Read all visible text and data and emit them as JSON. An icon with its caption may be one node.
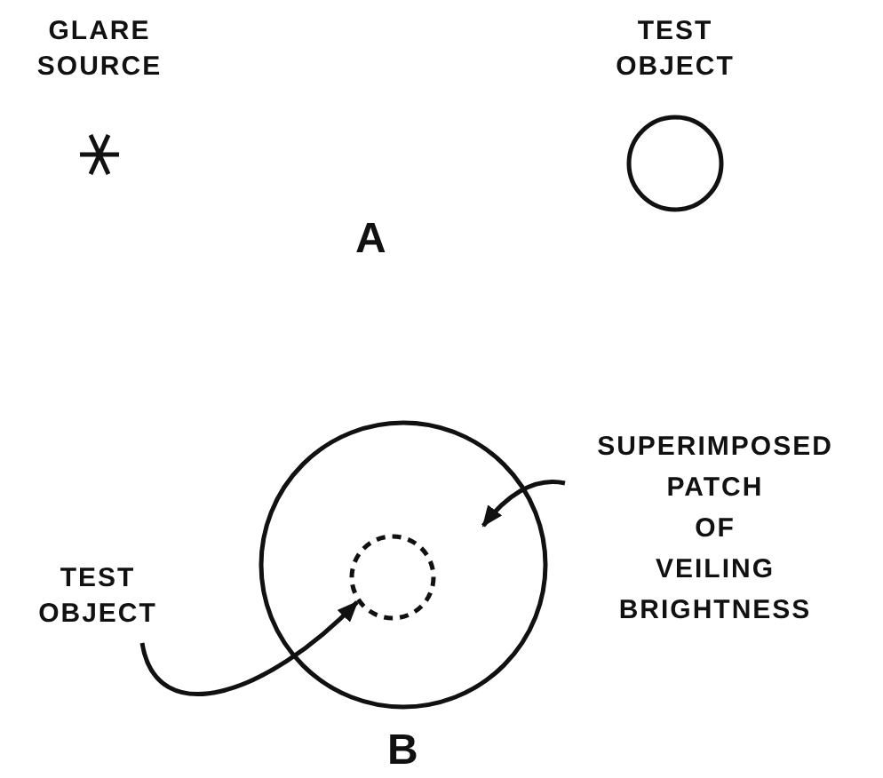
{
  "diagram": {
    "nodes": [
      {
        "text": [
          "GLARE SOURCE"
        ]
      },
      {
        "text": [
          "TEST OBJECT"
        ]
      },
      {
        "text": [],
        "shape": "circle"
      },
      {
        "text": [],
        "shape": "circle",
        "in": 2
      },
      {
        "text": [
          "TEST OBJECT"
        ]
      },
      {
        "text": [
          "SUPERIMPOSED PATCH OF VEILING BRIGHTNESS"
        ]
      }
    ],
    "edges": [
      {
        "from": 4,
        "to": 3,
        "arrow": "to"
      },
      {
        "from": 5,
        "to": 2,
        "arrow": "to"
      }
    ],
    "labels": [
      "A",
      "B"
    ]
  }
}
